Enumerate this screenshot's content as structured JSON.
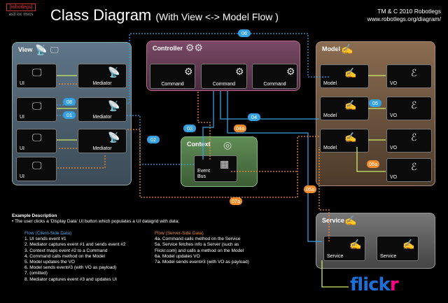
{
  "logo": {
    "brand": "[robotlegs]",
    "tagline": "as3 ioc mvcs"
  },
  "title": {
    "main": "Class Diagram",
    "sub": "(With View <-> Model Flow )"
  },
  "credit": {
    "line1": "TM & C 2010 Robotlegs",
    "line2": "www.robotlegs.org/diagram/"
  },
  "groups": {
    "view": "View",
    "controller": "Controller",
    "context": "Context",
    "model": "Model",
    "service": "Service"
  },
  "view": {
    "ui_rows": [
      "UI",
      "UI",
      "UI",
      "UI"
    ],
    "mediators": [
      "Mediator",
      "Mediator",
      "Mediator"
    ]
  },
  "controller": {
    "commands": [
      "Command",
      "Command",
      "Command"
    ]
  },
  "context": {
    "event_bus": "Event Bus"
  },
  "model": {
    "models": [
      "Model",
      "Model",
      "Model"
    ],
    "vos": [
      "VO",
      "VO",
      "VO",
      "VO"
    ]
  },
  "service": {
    "services": [
      "Service",
      "Service"
    ]
  },
  "steps": {
    "s01": "01",
    "s02": "02",
    "s03": "03",
    "s04": "04",
    "s04a": "04a",
    "s05": "05",
    "s05a": "05a",
    "s06": "06",
    "s06a": "06a",
    "s07a": "07a",
    "s08": "08",
    "s06top": "06"
  },
  "colors": {
    "client": "#36a0e0",
    "server": "#f08c2a",
    "dependency": "#ccee66"
  },
  "description": {
    "heading": "Example Description",
    "intro": "• The user clicks a 'Display Data' UI button which populates a UI datagrid with data;",
    "client_heading": "Flow (Client-Side Data)",
    "client_steps": [
      "1. UI sends event #1",
      "2. Mediator captures event #1 and sends event #2",
      "3. Context maps event #2 to a Command",
      "4. Command calls method on the Model",
      "5. Model updates the VO",
      "6. Model sends event#3 (with VO as payload)",
      "7. (omitted)",
      "8. Mediator captures event #3 and updates UI"
    ],
    "server_heading": "Flow (Server-Side Data)",
    "server_steps": [
      "4a. Command calls method on the Service",
      "5a. Service fetches info a Server (such as",
      "Flickr.com) and calls a method on the Model",
      "6a. Model updates VO",
      "7a. Model sends event#3 (with VO as payload)"
    ]
  },
  "flickr": {
    "part1": "flick",
    "part2": "r"
  }
}
